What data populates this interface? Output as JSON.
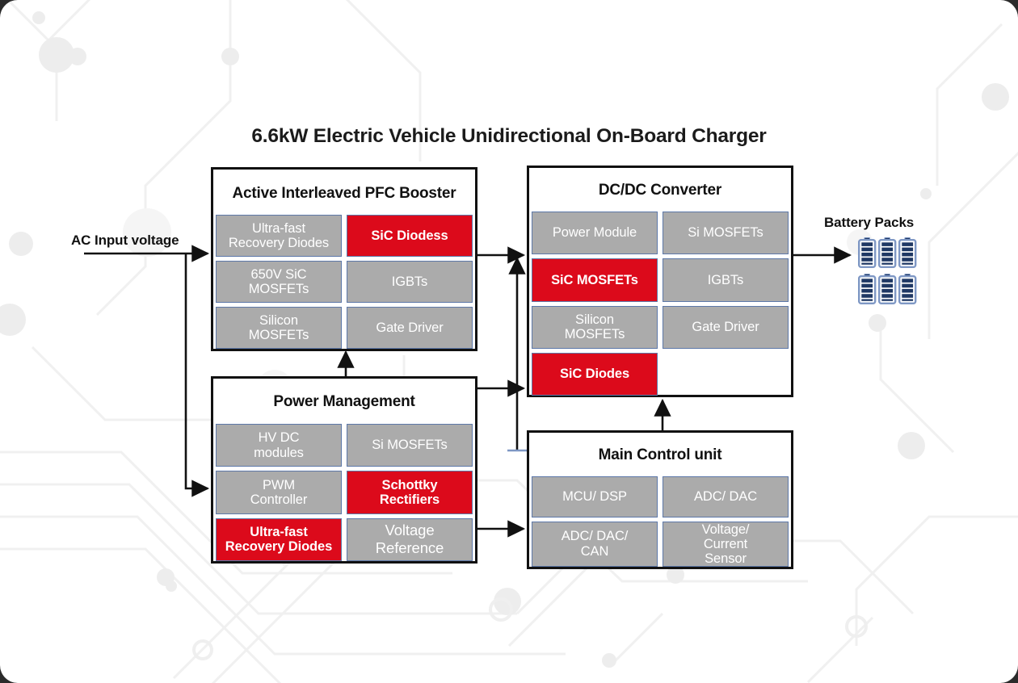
{
  "page": {
    "title": "6.6kW Electric Vehicle Unidirectional On-Board Charger",
    "background": "#ffffff",
    "accent_red": "#dc0a1b",
    "accent_gray": "#ababab",
    "cell_border": "#5d78a8",
    "block_border": "#111111",
    "battery_color": "#1f3864",
    "battery_outline": "#7e97c4"
  },
  "labels": {
    "ac_input": "AC Input voltage",
    "battery_packs": "Battery Packs"
  },
  "blocks": {
    "pfc": {
      "title": "Active Interleaved PFC Booster",
      "cells": [
        {
          "label": "Ultra-fast\nRecovery Diodes",
          "style": "gray"
        },
        {
          "label": "SiC  Diodess",
          "style": "red"
        },
        {
          "label": "650V SiC\nMOSFETs",
          "style": "gray"
        },
        {
          "label": "IGBTs",
          "style": "gray"
        },
        {
          "label": "Silicon\nMOSFETs",
          "style": "gray"
        },
        {
          "label": "Gate Driver",
          "style": "gray"
        }
      ]
    },
    "dcdc": {
      "title": "DC/DC Converter",
      "cells": [
        {
          "label": "Power Module",
          "style": "gray"
        },
        {
          "label": "Si MOSFETs",
          "style": "gray"
        },
        {
          "label": "SiC MOSFETs",
          "style": "red"
        },
        {
          "label": "IGBTs",
          "style": "gray"
        },
        {
          "label": "Silicon\nMOSFETs",
          "style": "gray"
        },
        {
          "label": "Gate Driver",
          "style": "gray"
        },
        {
          "label": "SiC Diodes",
          "style": "red"
        },
        {
          "label": "",
          "style": "empty"
        }
      ]
    },
    "power_management": {
      "title": "Power Management",
      "cells": [
        {
          "label": "HV DC\nmodules",
          "style": "gray"
        },
        {
          "label": "Si MOSFETs",
          "style": "gray"
        },
        {
          "label": "PWM\nController",
          "style": "gray"
        },
        {
          "label": "Schottky\nRectifiers",
          "style": "red"
        },
        {
          "label": "Ultra-fast\nRecovery Diodes",
          "style": "red"
        },
        {
          "label": "Voltage\nReference",
          "style": "gray"
        }
      ]
    },
    "main_control": {
      "title": "Main Control unit",
      "cells": [
        {
          "label": "MCU/ DSP",
          "style": "gray"
        },
        {
          "label": "ADC/ DAC",
          "style": "gray"
        },
        {
          "label": "ADC/ DAC/\nCAN",
          "style": "gray"
        },
        {
          "label": "Voltage/\nCurrent\nSensor",
          "style": "gray"
        }
      ]
    }
  },
  "battery": {
    "count": 6,
    "rows": 2,
    "columns": 3,
    "segments": 4
  },
  "connections": [
    {
      "from": "ac-input",
      "to": "pfc",
      "type": "arrow"
    },
    {
      "from": "ac-input",
      "to": "power-management",
      "type": "arrow"
    },
    {
      "from": "pfc",
      "to": "dcdc",
      "type": "arrow"
    },
    {
      "from": "power-management",
      "to": "pfc",
      "type": "arrow"
    },
    {
      "from": "power-management",
      "to": "dcdc",
      "type": "arrow"
    },
    {
      "from": "power-management",
      "to": "main-control",
      "type": "arrow"
    },
    {
      "from": "main-control",
      "to": "dcdc",
      "type": "arrow"
    },
    {
      "from": "main-control",
      "to": "pfc-dcdc-bus",
      "type": "arrow"
    },
    {
      "from": "dcdc",
      "to": "battery-packs",
      "type": "arrow"
    }
  ]
}
